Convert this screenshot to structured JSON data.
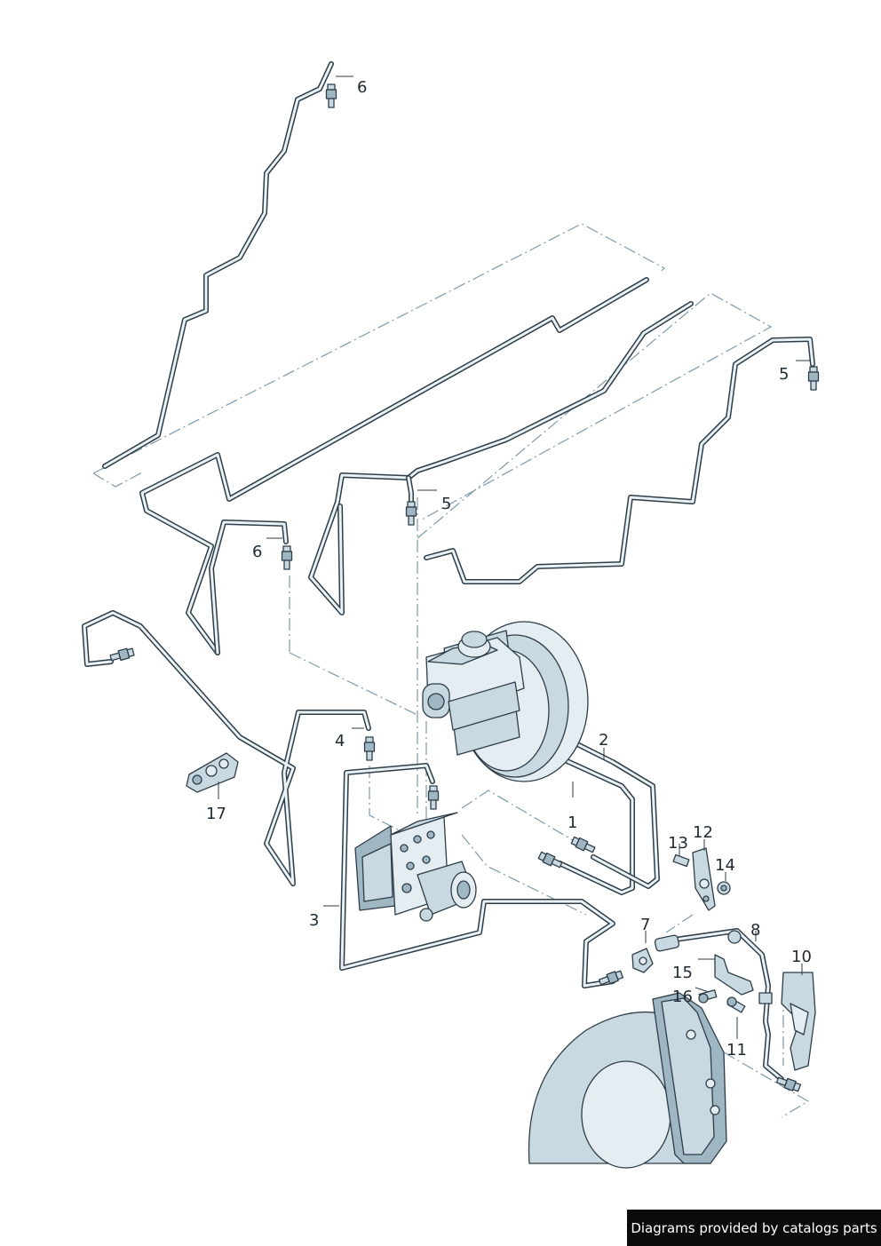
{
  "callouts": {
    "c1": "1",
    "c2": "2",
    "c3": "3",
    "c4": "4",
    "c5a": "5",
    "c5b": "5",
    "c6a": "6",
    "c6b": "6",
    "c7": "7",
    "c8": "8",
    "c10": "10",
    "c11": "11",
    "c12": "12",
    "c13": "13",
    "c14": "14",
    "c15": "15",
    "c16": "16",
    "c17": "17"
  },
  "credit": "Diagrams provided by catalogs parts",
  "colors": {
    "line": "#2e3d47",
    "part_fill": "#c9d9e2",
    "dash": "#7e9aaa",
    "credit_bg": "#0b0b0b"
  }
}
